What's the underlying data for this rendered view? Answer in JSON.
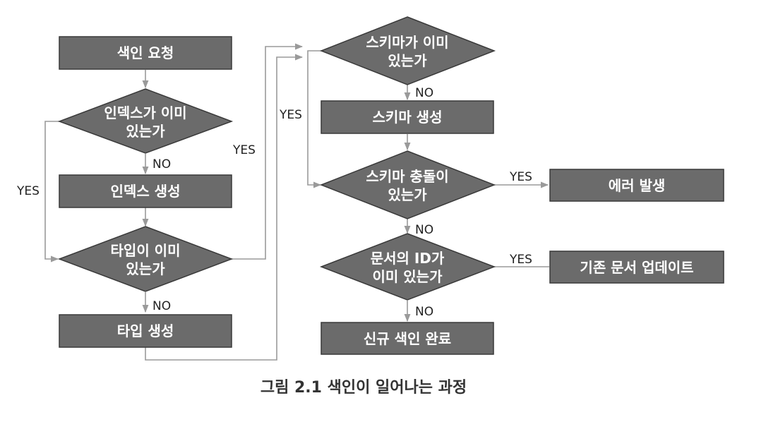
{
  "nodes": {
    "request": "색인 요청",
    "index_exists_1": "인덱스가 이미",
    "index_exists_2": "있는가",
    "create_index": "인덱스 생성",
    "type_exists_1": "타입이 이미",
    "type_exists_2": "있는가",
    "create_type": "타입 생성",
    "schema_exists_1": "스키마가 이미",
    "schema_exists_2": "있는가",
    "create_schema": "스키마 생성",
    "schema_conflict_1": "스키마 충돌이",
    "schema_conflict_2": "있는가",
    "error": "에러 발생",
    "doc_id_exists_1": "문서의 ID가",
    "doc_id_exists_2": "이미 있는가",
    "update_doc": "기존 문서 업데이트",
    "complete": "신규 색인 완료"
  },
  "labels": {
    "yes": "YES",
    "no": "NO"
  },
  "caption": "그림 2.1 색인이 일어나는 과정"
}
